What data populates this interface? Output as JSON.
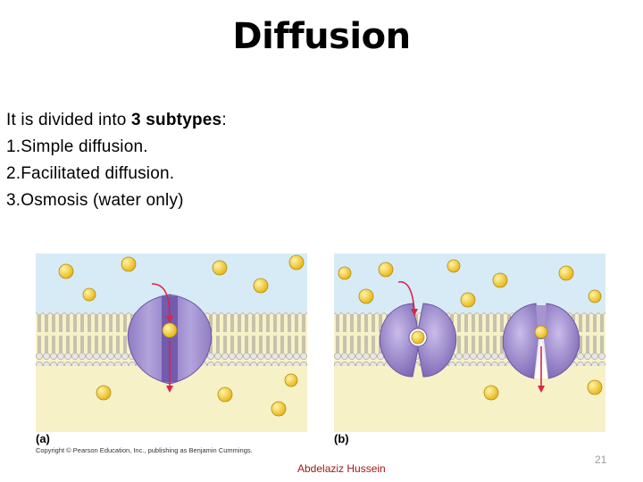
{
  "slide": {
    "title": "Diffusion",
    "intro": {
      "pre": "It is divided into ",
      "bold": "3 subtypes",
      "post": ":"
    },
    "items": [
      {
        "num": "1.",
        "text": "Simple diffusion."
      },
      {
        "num": "2.",
        "text": "Facilitated diffusion."
      },
      {
        "num": "3.",
        "text": "Osmosis (water only)"
      }
    ],
    "author": "Abdelaziz  Hussein",
    "page_number": "21"
  },
  "figure": {
    "panel_a_label": "(a)",
    "panel_b_label": "(b)",
    "copyright": "Copyright © Pearson Education, Inc., publishing as Benjamin Cummings.",
    "colors": {
      "extracellular": "#d7ebf7",
      "intracellular": "#f7f1c8",
      "protein": "#a795cf",
      "protein_dark": "#7e68b5",
      "channel": "#6c55a8",
      "solute": "#f2cb2a",
      "arrow": "#d8254a",
      "lipid_head": "#e6e6e6",
      "lipid_tail": "#8a8a8a"
    }
  }
}
